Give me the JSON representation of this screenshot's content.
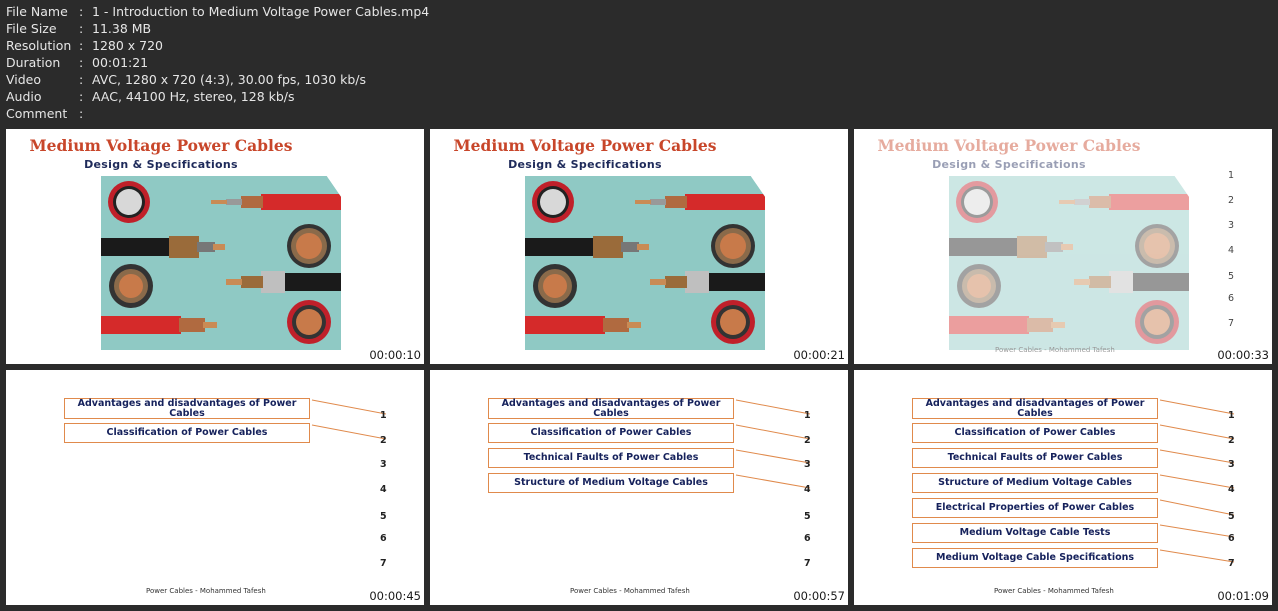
{
  "info": [
    {
      "key": "File Name",
      "value": "1 - Introduction to Medium Voltage Power Cables.mp4"
    },
    {
      "key": "File Size",
      "value": "11.38 MB"
    },
    {
      "key": "Resolution",
      "value": "1280 x 720"
    },
    {
      "key": "Duration",
      "value": "00:01:21"
    },
    {
      "key": "Video",
      "value": "AVC, 1280 x 720 (4:3), 30.00 fps, 1030 kb/s"
    },
    {
      "key": "Audio",
      "value": "AAC, 44100 Hz, stereo, 128 kb/s"
    },
    {
      "key": "Comment",
      "value": ""
    }
  ],
  "separator": ":",
  "slide_title": "Medium Voltage Power Cables",
  "slide_subtitle": "Design & Specifications",
  "footer": "Power Cables - Mohammed Tafesh",
  "numbers": [
    "1",
    "2",
    "3",
    "4",
    "5",
    "6",
    "7"
  ],
  "topics": [
    "Advantages and disadvantages of Power Cables",
    "Classification of Power Cables",
    "Technical Faults of Power Cables",
    "Structure of Medium Voltage Cables",
    "Electrical Properties of Power Cables",
    "Medium Voltage Cable Tests",
    "Medium Voltage Cable Specifications"
  ],
  "thumbnails": [
    {
      "timestamp": "00:00:10"
    },
    {
      "timestamp": "00:00:21"
    },
    {
      "timestamp": "00:00:33"
    },
    {
      "timestamp": "00:00:45"
    },
    {
      "timestamp": "00:00:57"
    },
    {
      "timestamp": "00:01:09"
    }
  ]
}
